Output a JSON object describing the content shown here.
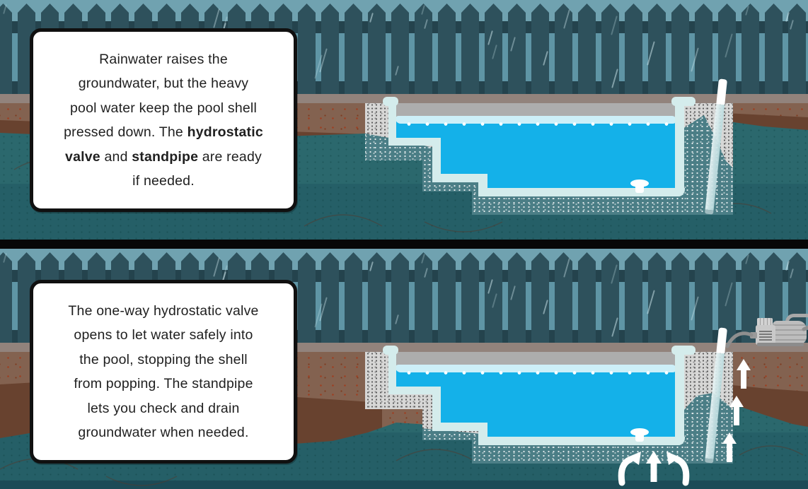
{
  "title": "Pool hydrostatic valve and standpipe rain illustration",
  "colors": {
    "sky": "#70a2b0",
    "skyLower": "#5f95a5",
    "picket": "#2e515c",
    "rail": "#24434d",
    "deck": "#92837c",
    "poolDeck": "#adadad",
    "dirtLight": "#836250",
    "dirtDark": "#68422f",
    "groundTeal": "#2e6f73",
    "gravelGray": "#d7d7d6",
    "gravelTeal": "#4b7e86",
    "water": "#14b1e9",
    "foam": "#cdeff8",
    "shell": "#d4ecec",
    "ink": "#1f1f1f",
    "boxBg": "#ffffff",
    "arrow": "#ffffff"
  },
  "panels": {
    "top": {
      "caption_lines": [
        [
          {
            "t": "Rainwater raises the"
          }
        ],
        [
          {
            "t": "groundwater, but the heavy"
          }
        ],
        [
          {
            "t": "pool water keep the pool shell"
          }
        ],
        [
          {
            "t": "pressed down. The "
          },
          {
            "t": "hydrostatic",
            "b": true
          }
        ],
        [
          {
            "t": "valve",
            "b": true
          },
          {
            "t": " and "
          },
          {
            "t": "standpipe",
            "b": true
          },
          {
            "t": " are ready"
          }
        ],
        [
          {
            "t": "if needed."
          }
        ]
      ]
    },
    "bottom": {
      "caption_lines": [
        [
          {
            "t": "The one-way hydrostatic valve"
          }
        ],
        [
          {
            "t": "opens to let water safely into"
          }
        ],
        [
          {
            "t": "the pool, stopping the shell"
          }
        ],
        [
          {
            "t": "from popping. The standpipe"
          }
        ],
        [
          {
            "t": "lets you check and drain"
          }
        ],
        [
          {
            "t": "groundwater when needed."
          }
        ]
      ]
    }
  }
}
